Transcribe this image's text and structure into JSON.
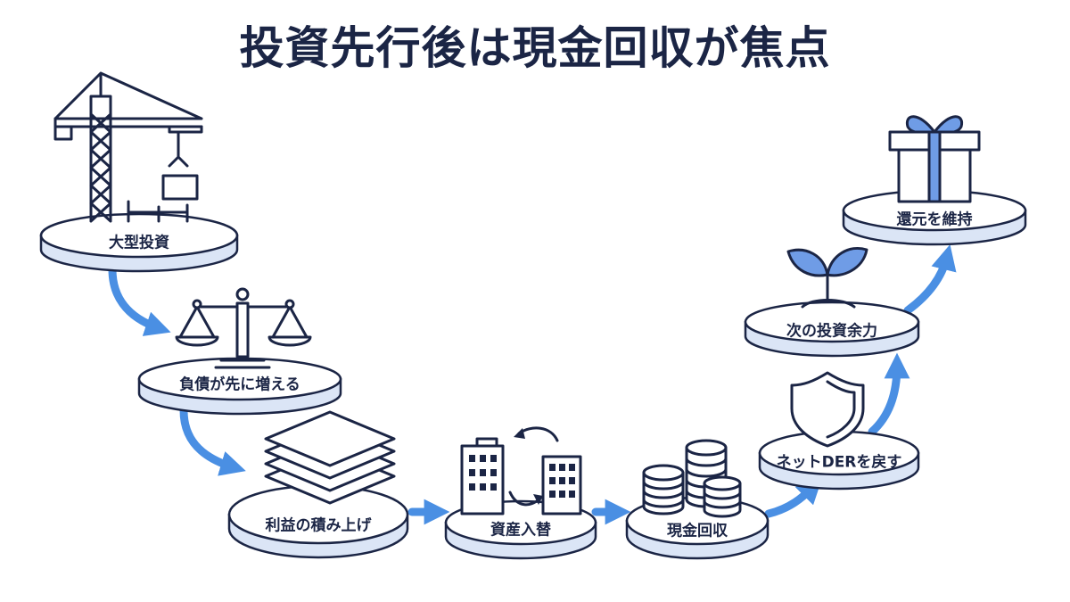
{
  "title": "投資先行後は現金回収が焦点",
  "steps": [
    {
      "label": "大型投資",
      "icon": "construction-crane-icon"
    },
    {
      "label": "負債が先に増える",
      "icon": "balance-scale-icon"
    },
    {
      "label": "利益の積み上げ",
      "icon": "stacked-layers-icon"
    },
    {
      "label": "資産入替",
      "icon": "buildings-swap-icon"
    },
    {
      "label": "現金回収",
      "icon": "coin-stacks-icon"
    },
    {
      "label": "ネットDERを戻す",
      "icon": "shield-icon"
    },
    {
      "label": "次の投資余力",
      "icon": "sprout-icon"
    },
    {
      "label": "還元を維持",
      "icon": "gift-box-icon"
    }
  ],
  "colors": {
    "title": "#1b2545",
    "line": "#1b2545",
    "arrow": "#4a8fe3",
    "accent": "#6f9ce6",
    "platform_top": "#ffffff",
    "platform_side": "#dbe5f6"
  }
}
